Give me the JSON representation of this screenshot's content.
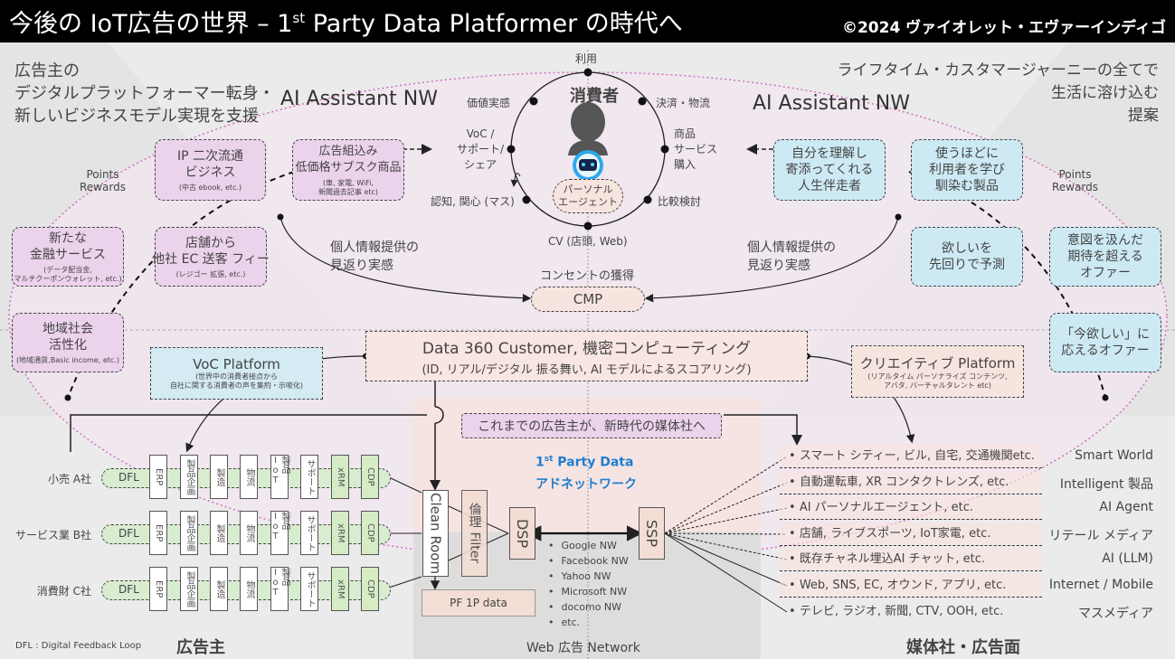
{
  "header": {
    "title_prefix": "今後の IoT広告の世界 – 1",
    "title_sup": "st",
    "title_suffix": " Party Data Platformer の時代へ",
    "copyright": "©2024 ヴァイオレット・エヴァーインディゴ"
  },
  "left_heading": "広告主の\nデジタルプラットフォーマー転身・\n新しいビジネスモデル実現を支援",
  "right_heading": "ライフタイム・カスタマージャーニーの全てで\n生活に溶け込む\n提案",
  "ai_assistant_left": "AI Assistant NW",
  "ai_assistant_right": "AI Assistant NW",
  "points_rewards_left": "Points\nRewards",
  "points_rewards_right": "Points\nRewards",
  "consumer_cycle": {
    "center_label": "消費者",
    "agent_label": "パーソナル\nエージェント",
    "stages": {
      "top": "利用",
      "top_left": "価値実感",
      "left": "VoC /\nサポート/\nシェア",
      "bottom_left": "認知, 関心 (マス)",
      "bottom": "CV (店頭, Web)",
      "bottom_right": "比較検討",
      "right": "商品\nサービス\n購入",
      "top_right": "決済・物流"
    }
  },
  "feedback_left": "個人情報提供の\n見返り実感",
  "feedback_right": "個人情報提供の\n見返り実感",
  "consent_label": "コンセントの獲得",
  "cmp_label": "CMP",
  "left_boxes": [
    {
      "main": "IP 二次流通\nビジネス",
      "sub": "(中古 ebook, etc.)"
    },
    {
      "main": "広告組込み\n低価格サブスク商品",
      "sub": "(車, 家電, WiFi,\n新聞過去記事 etc)"
    },
    {
      "main": "新たな\n金融サービス",
      "sub": "(データ配当金,\nマルチクーポンウォレット, etc.)"
    },
    {
      "main": "店舗から\n他社 EC 送客 フィー",
      "sub": "(レジゴー 拡張, etc.)"
    },
    {
      "main": "地域社会\n活性化",
      "sub": "(地域通貨,Basic income, etc.)"
    }
  ],
  "right_boxes": [
    {
      "main": "自分を理解し\n寄添ってくれる\n人生伴走者"
    },
    {
      "main": "使うほどに\n利用者を学び\n馴染む製品"
    },
    {
      "main": "欲しいを\n先回りで予測"
    },
    {
      "main": "意図を汲んだ\n期待を超える\nオファー"
    },
    {
      "main": "「今欲しい」に\n応えるオファー"
    }
  ],
  "data360": {
    "title": "Data 360 Customer, 機密コンピューティング",
    "subtitle": "(ID, リアル/デジタル 振る舞い, AI モデルによるスコアリング)"
  },
  "voc_platform": {
    "title": "VoC Platform",
    "subtitle": "(世界中の消費者接点から\n自社に関する消費者の声を集約・示唆化)"
  },
  "creative_platform": {
    "title": "クリエイティブ Platform",
    "subtitle": "(リアルタイム パーソナライズ コンテンツ,\nアバタ, バーチャルタレント etc)"
  },
  "transition_label": "これまでの広告主が、新時代の媒体社へ",
  "adnetwork": {
    "title_line1_prefix": "1",
    "title_line1_sup": "st",
    "title_line1_suffix": " Party Data",
    "title_line2": "アドネットワーク",
    "accent_color": "#1f7fd0"
  },
  "companies": [
    {
      "name": "小売 A社"
    },
    {
      "name": "サービス業 B社"
    },
    {
      "name": "消費財 C社"
    }
  ],
  "dfl_label": "DFL",
  "process_steps": [
    "ERP",
    "製品企画",
    "製造",
    "物流",
    "製品 IoT",
    "サポート",
    "xRM",
    "CDP"
  ],
  "clean_room": "Clean Room",
  "ethics_filter": "倫理 Filter",
  "dsp": "DSP",
  "ssp": "SSP",
  "pf_1p_data": "PF 1P data",
  "web_networks": [
    "Google NW",
    "Facebook NW",
    "Yahoo NW",
    "Microsoft NW",
    "docomo NW",
    "etc."
  ],
  "web_network_label": "Web 広告 Network",
  "media_rows": [
    {
      "items": "スマート シティー, ビル, 自宅, 交通機関etc.",
      "category": "Smart World"
    },
    {
      "items": "自動運転車, XR コンタクトレンズ, etc.",
      "category": "Intelligent 製品"
    },
    {
      "items": "AI パーソナルエージェント, etc.",
      "category": "AI Agent"
    },
    {
      "items": "店舗, ライブスポーツ, IoT家電, etc.",
      "category": "リテール メディア"
    },
    {
      "items": "既存チャネル埋込AI チャット, etc.",
      "category": "AI (LLM)"
    },
    {
      "items": "Web, SNS, EC, オウンド, アプリ, etc.",
      "category": "Internet / Mobile"
    },
    {
      "items": "テレビ, ラジオ, 新聞, CTV, OOH, etc.",
      "category": "マスメディア"
    }
  ],
  "footer": {
    "dfl_note": "DFL : Digital Feedback Loop",
    "advertiser_label": "広告主",
    "media_label": "媒体社・広告面"
  }
}
